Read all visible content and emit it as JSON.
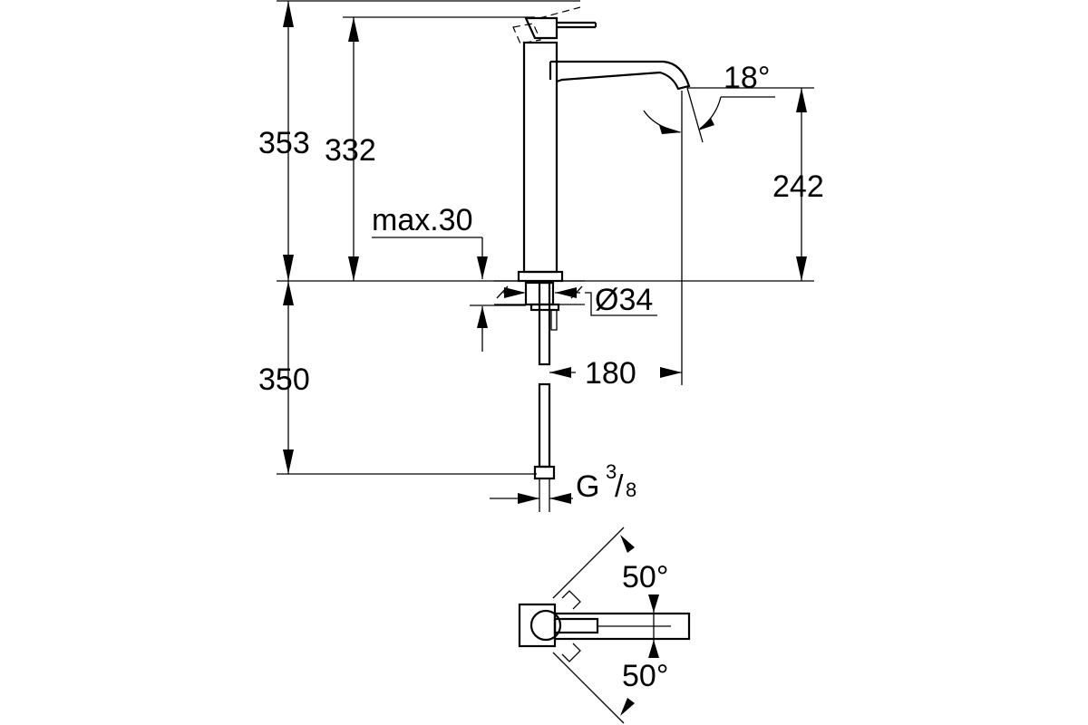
{
  "drawing": {
    "dimensions": {
      "overall_height": "353",
      "handle_height": "332",
      "spout_height": "242",
      "spout_angle": "18°",
      "max_deck_thickness": "max.30",
      "hole_diameter": "Ø34",
      "hose_length": "350",
      "spout_reach": "180",
      "connection_g": "G",
      "connection_num": "3",
      "connection_slash": "/",
      "connection_den": "8",
      "swivel_angle_top": "50°",
      "swivel_angle_bottom": "50°"
    }
  }
}
